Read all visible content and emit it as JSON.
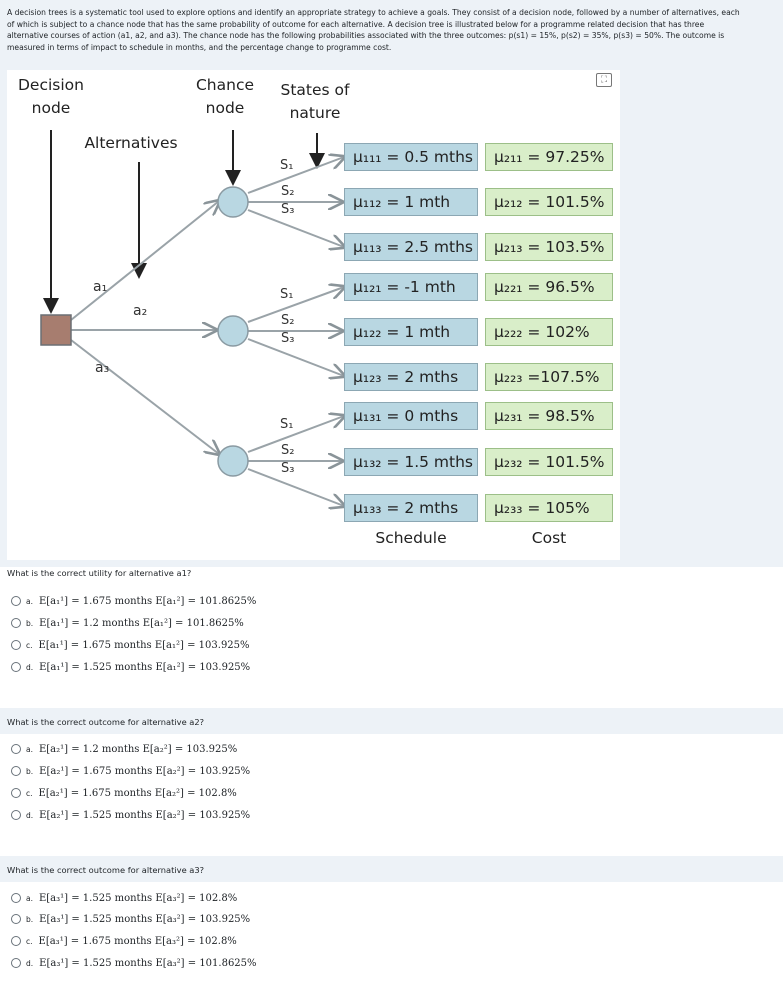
{
  "intro": "A decision trees is a systematic tool used to explore options and identify an appropriate strategy to achieve a goals. They consist of a decision node, followed by a number of alternatives, each of which is subject to a chance node that has the same probability of outcome for each alternative. A decision tree is illustrated below for a programme related decision that has three alternative courses of action (a1, a2, and a3). The chance node has the following probabilities associated with the three outcomes: p(s1) = 15%, p(s2) = 35%, p(s3) = 50%. The outcome is measured in terms of impact to schedule in months, and the percentage change to programme cost.",
  "diagram": {
    "decision_label": [
      "Decision",
      "node"
    ],
    "chance_label": [
      "Chance",
      "node"
    ],
    "states_label": [
      "States of",
      "nature"
    ],
    "alternatives_label": "Alternatives",
    "alternatives": [
      "a₁",
      "a₂",
      "a₃"
    ],
    "states": [
      "S₁",
      "S₂",
      "S₃"
    ],
    "schedule_label": "Schedule",
    "cost_label": "Cost",
    "time_values": [
      "μ₁₁₁ = 0.5 mths",
      "μ₁₁₂ = 1 mth",
      "μ₁₁₃ = 2.5 mths",
      "μ₁₂₁ = -1 mth",
      "μ₁₂₂ = 1 mth",
      "μ₁₂₃ = 2 mths",
      "μ₁₃₁ = 0 mths",
      "μ₁₃₂ = 1.5 mths",
      "μ₁₃₃ = 2 mths"
    ],
    "cost_values": [
      "μ₂₁₁ = 97.25%",
      "μ₂₁₂ = 101.5%",
      "μ₂₁₃ = 103.5%",
      "μ₂₂₁ = 96.5%",
      "μ₂₂₂ = 102%",
      "μ₂₂₃ =107.5%",
      "μ₂₃₁ = 98.5%",
      "μ₂₃₂ = 101.5%",
      "μ₂₃₃ = 105%"
    ],
    "expand_icon": "expand-icon"
  },
  "questions": [
    {
      "prompt": "What is the correct utility for alternative a1?",
      "options": [
        {
          "letter": "a.",
          "text": "E[a₁¹] = 1.675 months   E[a₁²] = 101.8625%"
        },
        {
          "letter": "b.",
          "text": "E[a₁¹] = 1.2 months   E[a₁²] = 101.8625%"
        },
        {
          "letter": "c.",
          "text": "E[a₁¹] = 1.675 months   E[a₁²] = 103.925%"
        },
        {
          "letter": "d.",
          "text": "E[a₁¹] = 1.525 months   E[a₁²] = 103.925%"
        }
      ]
    },
    {
      "prompt": "What is the correct outcome for alternative a2?",
      "options": [
        {
          "letter": "a.",
          "text": "E[a₂¹] = 1.2 months   E[a₂²] = 103.925%"
        },
        {
          "letter": "b.",
          "text": "E[a₂¹] = 1.675 months   E[a₂²] = 103.925%"
        },
        {
          "letter": "c.",
          "text": "E[a₂¹] = 1.675 months   E[a₂²] = 102.8%"
        },
        {
          "letter": "d.",
          "text": "E[a₂¹] = 1.525 months   E[a₂²] = 103.925%"
        }
      ]
    },
    {
      "prompt": "What is the correct outcome for alternative a3?",
      "options": [
        {
          "letter": "a.",
          "text": "E[a₃¹] = 1.525 months   E[a₃²] = 102.8%"
        },
        {
          "letter": "b.",
          "text": "E[a₃¹] = 1.525 months   E[a₃²] = 103.925%"
        },
        {
          "letter": "c.",
          "text": "E[a₃¹] = 1.675 months   E[a₃²] = 102.8%"
        },
        {
          "letter": "d.",
          "text": "E[a₃¹] = 1.525 months   E[a₃²] = 101.8625%"
        }
      ]
    }
  ],
  "colors": {
    "panel_bg": "#edf2f7",
    "time_box": "#b9d7e2",
    "cost_box": "#d9eec9",
    "decision_node": "#a77d6f",
    "chance_node": "#b9d7e2",
    "branch": "#9aa3a8"
  }
}
